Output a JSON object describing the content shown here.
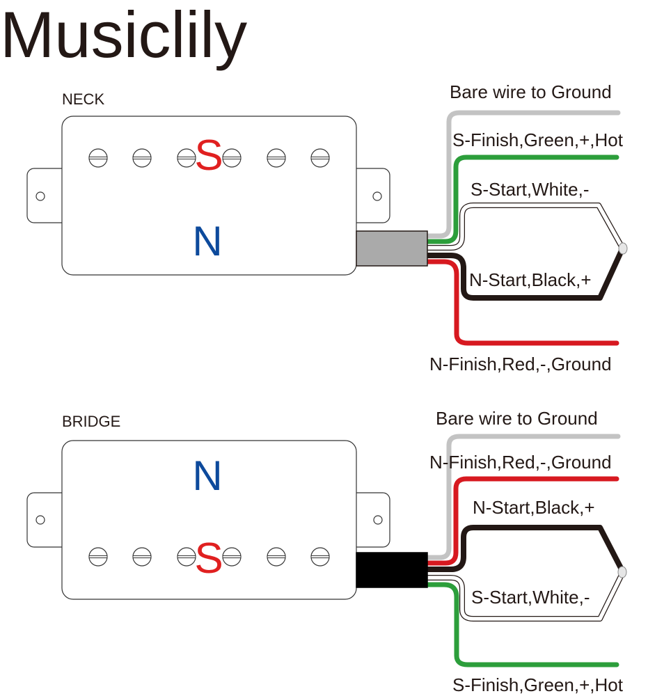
{
  "brand": "Musiclily",
  "colors": {
    "text": "#231815",
    "south_pole": "#e02020",
    "north_pole": "#0d4a9c",
    "bare": "#c3c3c3",
    "green": "#2c9e3b",
    "red": "#d71920",
    "black": "#231815",
    "white": "#ffffff",
    "neck_jacket": "#aaaaaa",
    "bridge_jacket": "#000000"
  },
  "neck": {
    "title": "NECK",
    "top_pole": "S",
    "bottom_pole": "N",
    "wires": {
      "bare": "Bare wire to Ground",
      "green": "S-Finish,Green,+,Hot",
      "white": "S-Start,White,-",
      "black": "N-Start,Black,+",
      "red": "N-Finish,Red,-,Ground"
    }
  },
  "bridge": {
    "title": "BRIDGE",
    "top_pole": "N",
    "bottom_pole": "S",
    "wires": {
      "bare": "Bare wire to Ground",
      "red": "N-Finish,Red,-,Ground",
      "black": "N-Start,Black,+",
      "white": "S-Start,White,-",
      "green": "S-Finish,Green,+,Hot"
    }
  }
}
